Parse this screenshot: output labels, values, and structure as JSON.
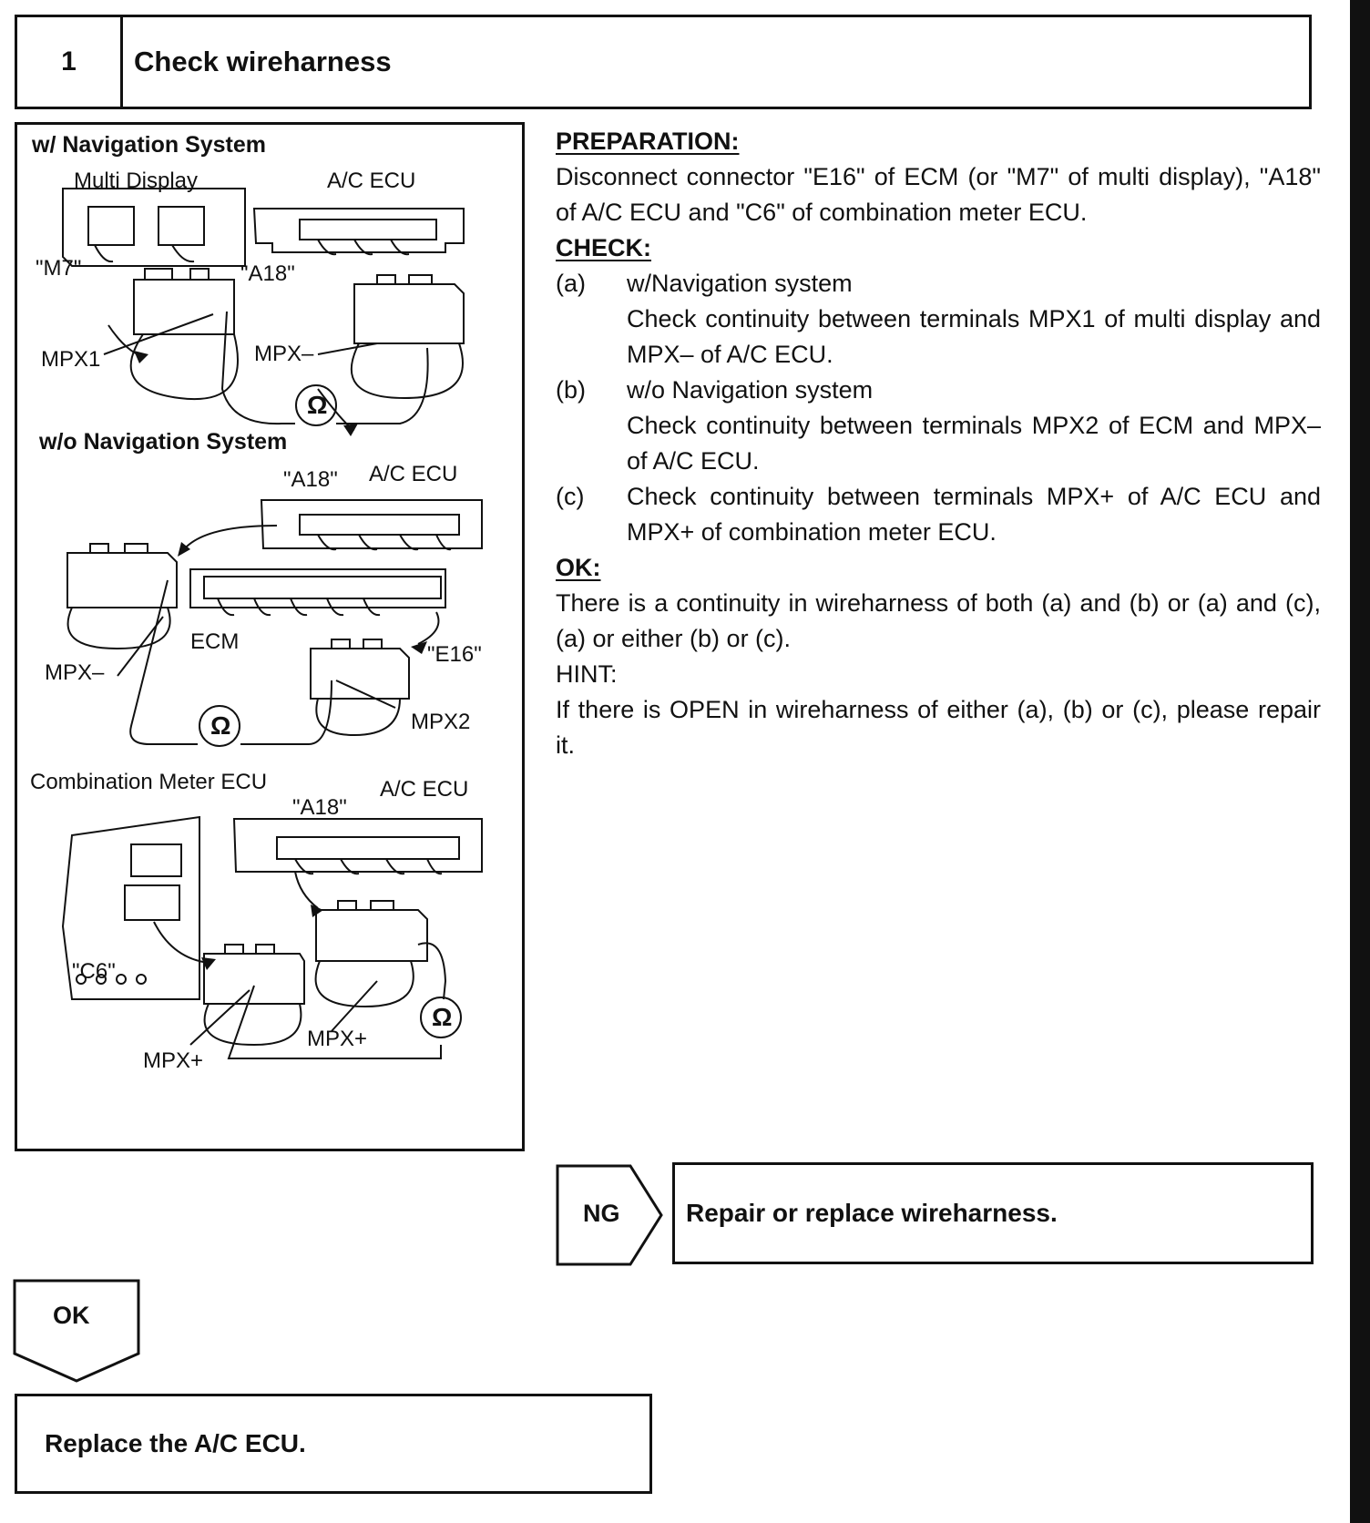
{
  "step": {
    "number": "1",
    "title": "Check wireharness"
  },
  "figure": {
    "nav": {
      "heading": "w/ Navigation System",
      "multi_display": "Multi Display",
      "ac_ecu": "A/C ECU",
      "m7": "\"M7\"",
      "a18": "\"A18\"",
      "mpx1": "MPX1",
      "mpx_minus": "MPX–",
      "ohm": "Ω"
    },
    "no_nav": {
      "heading": "w/o Navigation System",
      "a18": "\"A18\"",
      "ac_ecu": "A/C ECU",
      "ecm": "ECM",
      "e16": "\"E16\"",
      "mpx_minus": "MPX–",
      "mpx2": "MPX2",
      "ohm": "Ω"
    },
    "combo": {
      "combination_meter_ecu": "Combination Meter ECU",
      "ac_ecu": "A/C ECU",
      "a18": "\"A18\"",
      "c6": "\"C6\"",
      "mpx_plus_1": "MPX+",
      "mpx_plus_2": "MPX+",
      "ohm": "Ω"
    }
  },
  "text": {
    "preparation_heading": "PREPARATION:",
    "preparation_body": "Disconnect connector \"E16\" of ECM (or \"M7\" of multi display), \"A18\" of A/C ECU and \"C6\" of combination meter ECU.",
    "check_heading": "CHECK:",
    "items": [
      {
        "label": "(a)",
        "line1": "w/Navigation system",
        "line2": "Check continuity between terminals MPX1 of multi display and MPX– of A/C ECU."
      },
      {
        "label": "(b)",
        "line1": "w/o Navigation system",
        "line2": "Check continuity between terminals MPX2 of ECM and MPX– of A/C ECU."
      },
      {
        "label": "(c)",
        "line1": "",
        "line2": "Check continuity between terminals MPX+ of A/C ECU and MPX+ of combination meter ECU."
      }
    ],
    "ok_heading": "OK:",
    "ok_body": "There is a continuity in wireharness of both (a) and (b) or (a) and (c), (a) or either (b) or (c).",
    "hint_heading": "HINT:",
    "hint_body": "If there is OPEN in wireharness of either (a), (b) or (c), please repair it."
  },
  "ng": {
    "label": "NG",
    "action": "Repair or replace wireharness."
  },
  "ok": {
    "label": "OK",
    "action": "Replace the A/C ECU."
  }
}
